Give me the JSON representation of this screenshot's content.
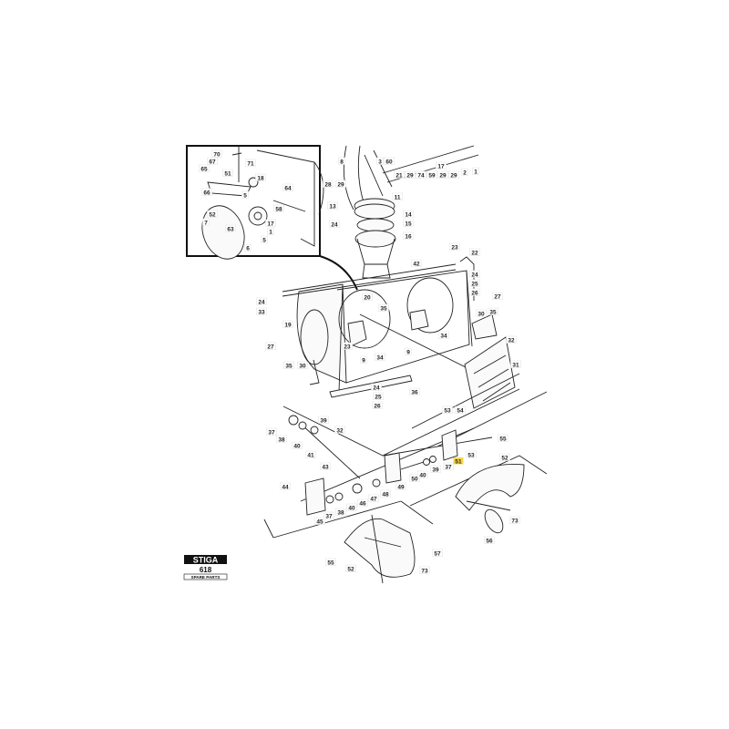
{
  "diagram": {
    "part_labels": [
      "70",
      "67",
      "65",
      "51",
      "71",
      "66",
      "18",
      "64",
      "5",
      "58",
      "52",
      "7",
      "63",
      "17",
      "1",
      "5",
      "6",
      "8",
      "3",
      "60",
      "21",
      "29",
      "74",
      "59",
      "29",
      "17",
      "29",
      "2",
      "1",
      "28",
      "29",
      "11",
      "13",
      "14",
      "24",
      "15",
      "16",
      "23",
      "22",
      "42",
      "24",
      "33",
      "19",
      "27",
      "20",
      "35",
      "23",
      "34",
      "9",
      "9",
      "35",
      "30",
      "36",
      "24",
      "25",
      "26",
      "24",
      "25",
      "26",
      "27",
      "30",
      "35",
      "32",
      "31",
      "34",
      "53",
      "54",
      "37",
      "38",
      "40",
      "39",
      "32",
      "41",
      "43",
      "44",
      "45",
      "37",
      "38",
      "40",
      "46",
      "47",
      "48",
      "49",
      "50",
      "40",
      "39",
      "37",
      "51",
      "53",
      "55",
      "52",
      "73",
      "56",
      "55",
      "52",
      "57",
      "73"
    ],
    "highlighted_label": "51",
    "highlight_color": "#f6d54a"
  },
  "logo": {
    "brand": "STIGA",
    "model": "618",
    "caption": "SPARE PARTS"
  }
}
